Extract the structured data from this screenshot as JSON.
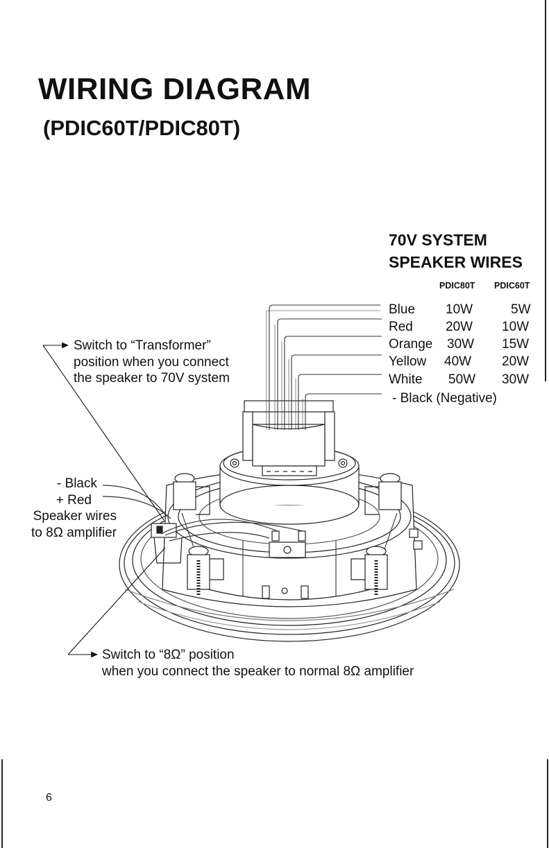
{
  "title": "WIRING DIAGRAM",
  "subtitle": "(PDIC60T/PDIC80T)",
  "system": {
    "heading_line1": "70V SYSTEM",
    "heading_line2": "SPEAKER WIRES",
    "column_headers": [
      "PDIC80T",
      "PDIC60T"
    ],
    "wires": [
      {
        "color": "Blue",
        "pdic80t": "10W",
        "pdic60t": "5W"
      },
      {
        "color": "Red",
        "pdic80t": "20W",
        "pdic60t": "10W"
      },
      {
        "color": "Orange",
        "pdic80t": "30W",
        "pdic60t": "15W"
      },
      {
        "color": "Yellow",
        "pdic80t": "40W",
        "pdic60t": "20W"
      },
      {
        "color": "White",
        "pdic80t": "50W",
        "pdic60t": "30W"
      }
    ],
    "negative": "- Black (Negative)"
  },
  "notes": {
    "transformer": [
      "Switch to “Transformer”",
      "position when you connect",
      "the speaker to 70V system"
    ],
    "amp_wires": [
      "- Black",
      "+ Red",
      "Speaker wires",
      "to 8Ω amplifier"
    ],
    "eight_ohm": [
      "Switch to “8Ω” position",
      "when you connect the speaker to normal 8Ω amplifier"
    ]
  },
  "page_number": "6"
}
